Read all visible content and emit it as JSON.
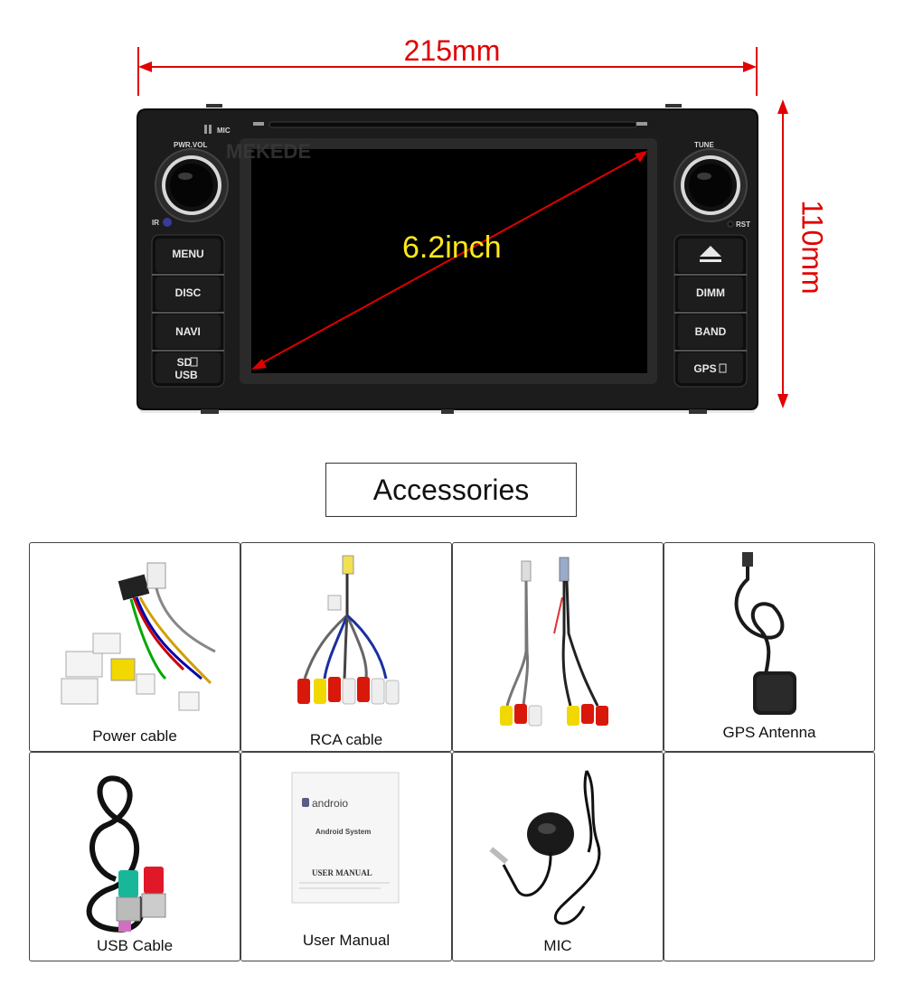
{
  "dimensions": {
    "width": "215mm",
    "height": "110mm",
    "screen_diagonal": "6.2inch"
  },
  "head_unit": {
    "brand_watermark": "MEKEDE",
    "left_buttons": [
      "MENU",
      "DISC",
      "NAVI",
      "SD",
      "USB"
    ],
    "right_buttons": [
      "DIMM",
      "BAND",
      "GPS"
    ],
    "knob_left_label": "PWR.VOL",
    "knob_right_label": "TUNE",
    "mic_label": "MIC",
    "ir_label": "IR",
    "rst_label": "RST",
    "eject_icon": "eject-icon"
  },
  "accessories": {
    "title": "Accessories",
    "items": [
      {
        "label": "Power cable",
        "icon": "power-cable-icon"
      },
      {
        "label": "RCA cable",
        "icon": "rca-cable-icon"
      },
      {
        "label": "",
        "icon": "av-cable-icon"
      },
      {
        "label": "GPS Antenna",
        "icon": "gps-antenna-icon"
      },
      {
        "label": "USB  Cable",
        "icon": "usb-cable-icon"
      },
      {
        "label": "User Manual",
        "icon": "user-manual-icon",
        "manual_brand": "androio",
        "manual_subtitle": "Android System",
        "manual_title": "USER MANUAL"
      },
      {
        "label": "MIC",
        "icon": "mic-icon"
      },
      {
        "label": "",
        "icon": "empty-slot"
      }
    ]
  },
  "colors": {
    "annotation_red": "#e00000",
    "diagonal_yellow": "#ffe81a",
    "unit_body": "#1c1c1c"
  }
}
